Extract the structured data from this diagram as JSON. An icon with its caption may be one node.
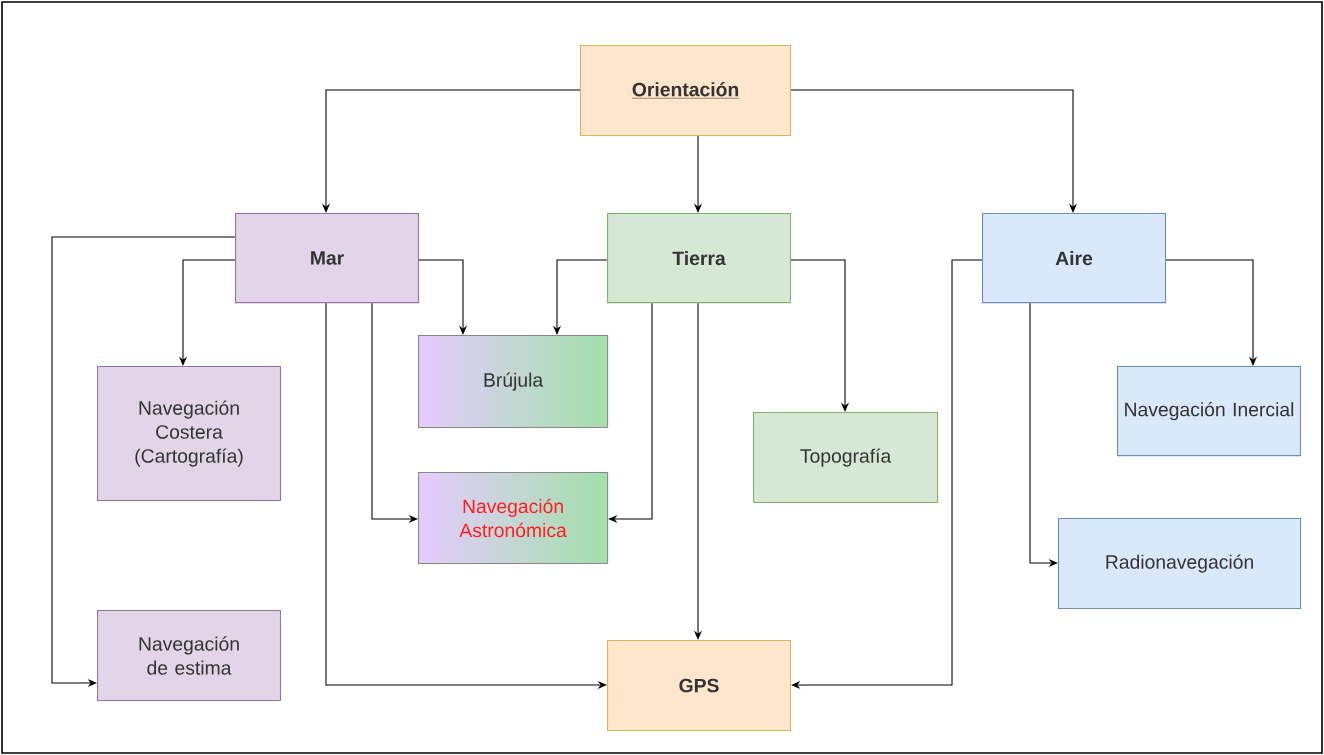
{
  "diagram": {
    "nodes": [
      {
        "text": [
          "Orientación"
        ]
      },
      {
        "text": [
          "Mar"
        ]
      },
      {
        "text": [
          "Tierra"
        ]
      },
      {
        "text": [
          "Aire"
        ]
      },
      {
        "text": [
          "Navegación Costera (Cartografía)"
        ]
      },
      {
        "text": [
          "Brújula"
        ]
      },
      {
        "text": [
          "Topografía"
        ]
      },
      {
        "text": [
          "Navegación Inercial"
        ]
      },
      {
        "text": [
          "Navegación Astronómica"
        ]
      },
      {
        "text": [
          "Radionavegación"
        ]
      },
      {
        "text": [
          "Navegación de estima"
        ]
      },
      {
        "text": [
          "GPS"
        ]
      }
    ],
    "edges": [
      {
        "from": 0,
        "to": 1,
        "arrow": "to"
      },
      {
        "from": 0,
        "to": 2,
        "arrow": "to"
      },
      {
        "from": 0,
        "to": 3,
        "arrow": "to"
      },
      {
        "from": 1,
        "to": 4,
        "arrow": "to"
      },
      {
        "from": 1,
        "to": 10,
        "arrow": "to"
      },
      {
        "from": 1,
        "to": 5,
        "arrow": "to"
      },
      {
        "from": 1,
        "to": 8,
        "arrow": "to"
      },
      {
        "from": 1,
        "to": 11,
        "arrow": "to"
      },
      {
        "from": 2,
        "to": 5,
        "arrow": "to"
      },
      {
        "from": 2,
        "to": 6,
        "arrow": "to"
      },
      {
        "from": 2,
        "to": 8,
        "arrow": "to"
      },
      {
        "from": 2,
        "to": 11,
        "arrow": "to"
      },
      {
        "from": 3,
        "to": 9,
        "arrow": "to"
      },
      {
        "from": 3,
        "to": 11,
        "arrow": "to"
      },
      {
        "from": 3,
        "to": 7,
        "arrow": "to"
      }
    ]
  }
}
